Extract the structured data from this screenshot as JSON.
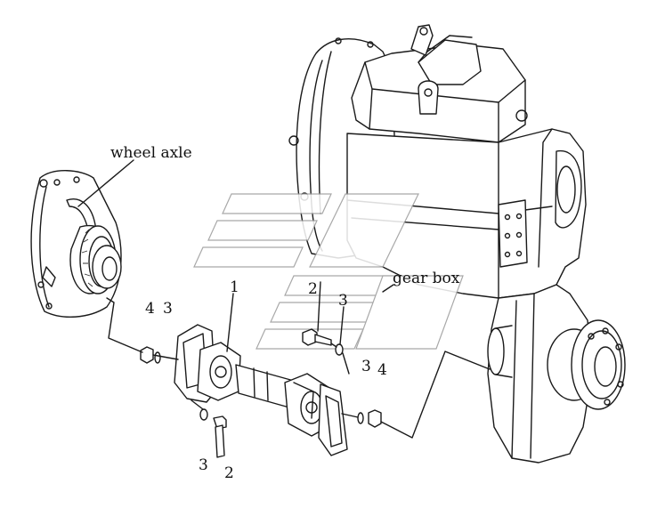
{
  "labels": {
    "wheel_axle": "wheel axle",
    "gear_box": "gear box"
  },
  "callouts": {
    "c1": "1",
    "c2_top": "2",
    "c3_top": "3",
    "c4_left": "4",
    "c3_left": "3",
    "c3_right": "3",
    "c4_right": "4",
    "c3_bottom": "3",
    "c2_bottom": "2"
  },
  "colors": {
    "line": "#1a1a1a",
    "background": "#ffffff",
    "watermark": "#9a9a9a"
  }
}
